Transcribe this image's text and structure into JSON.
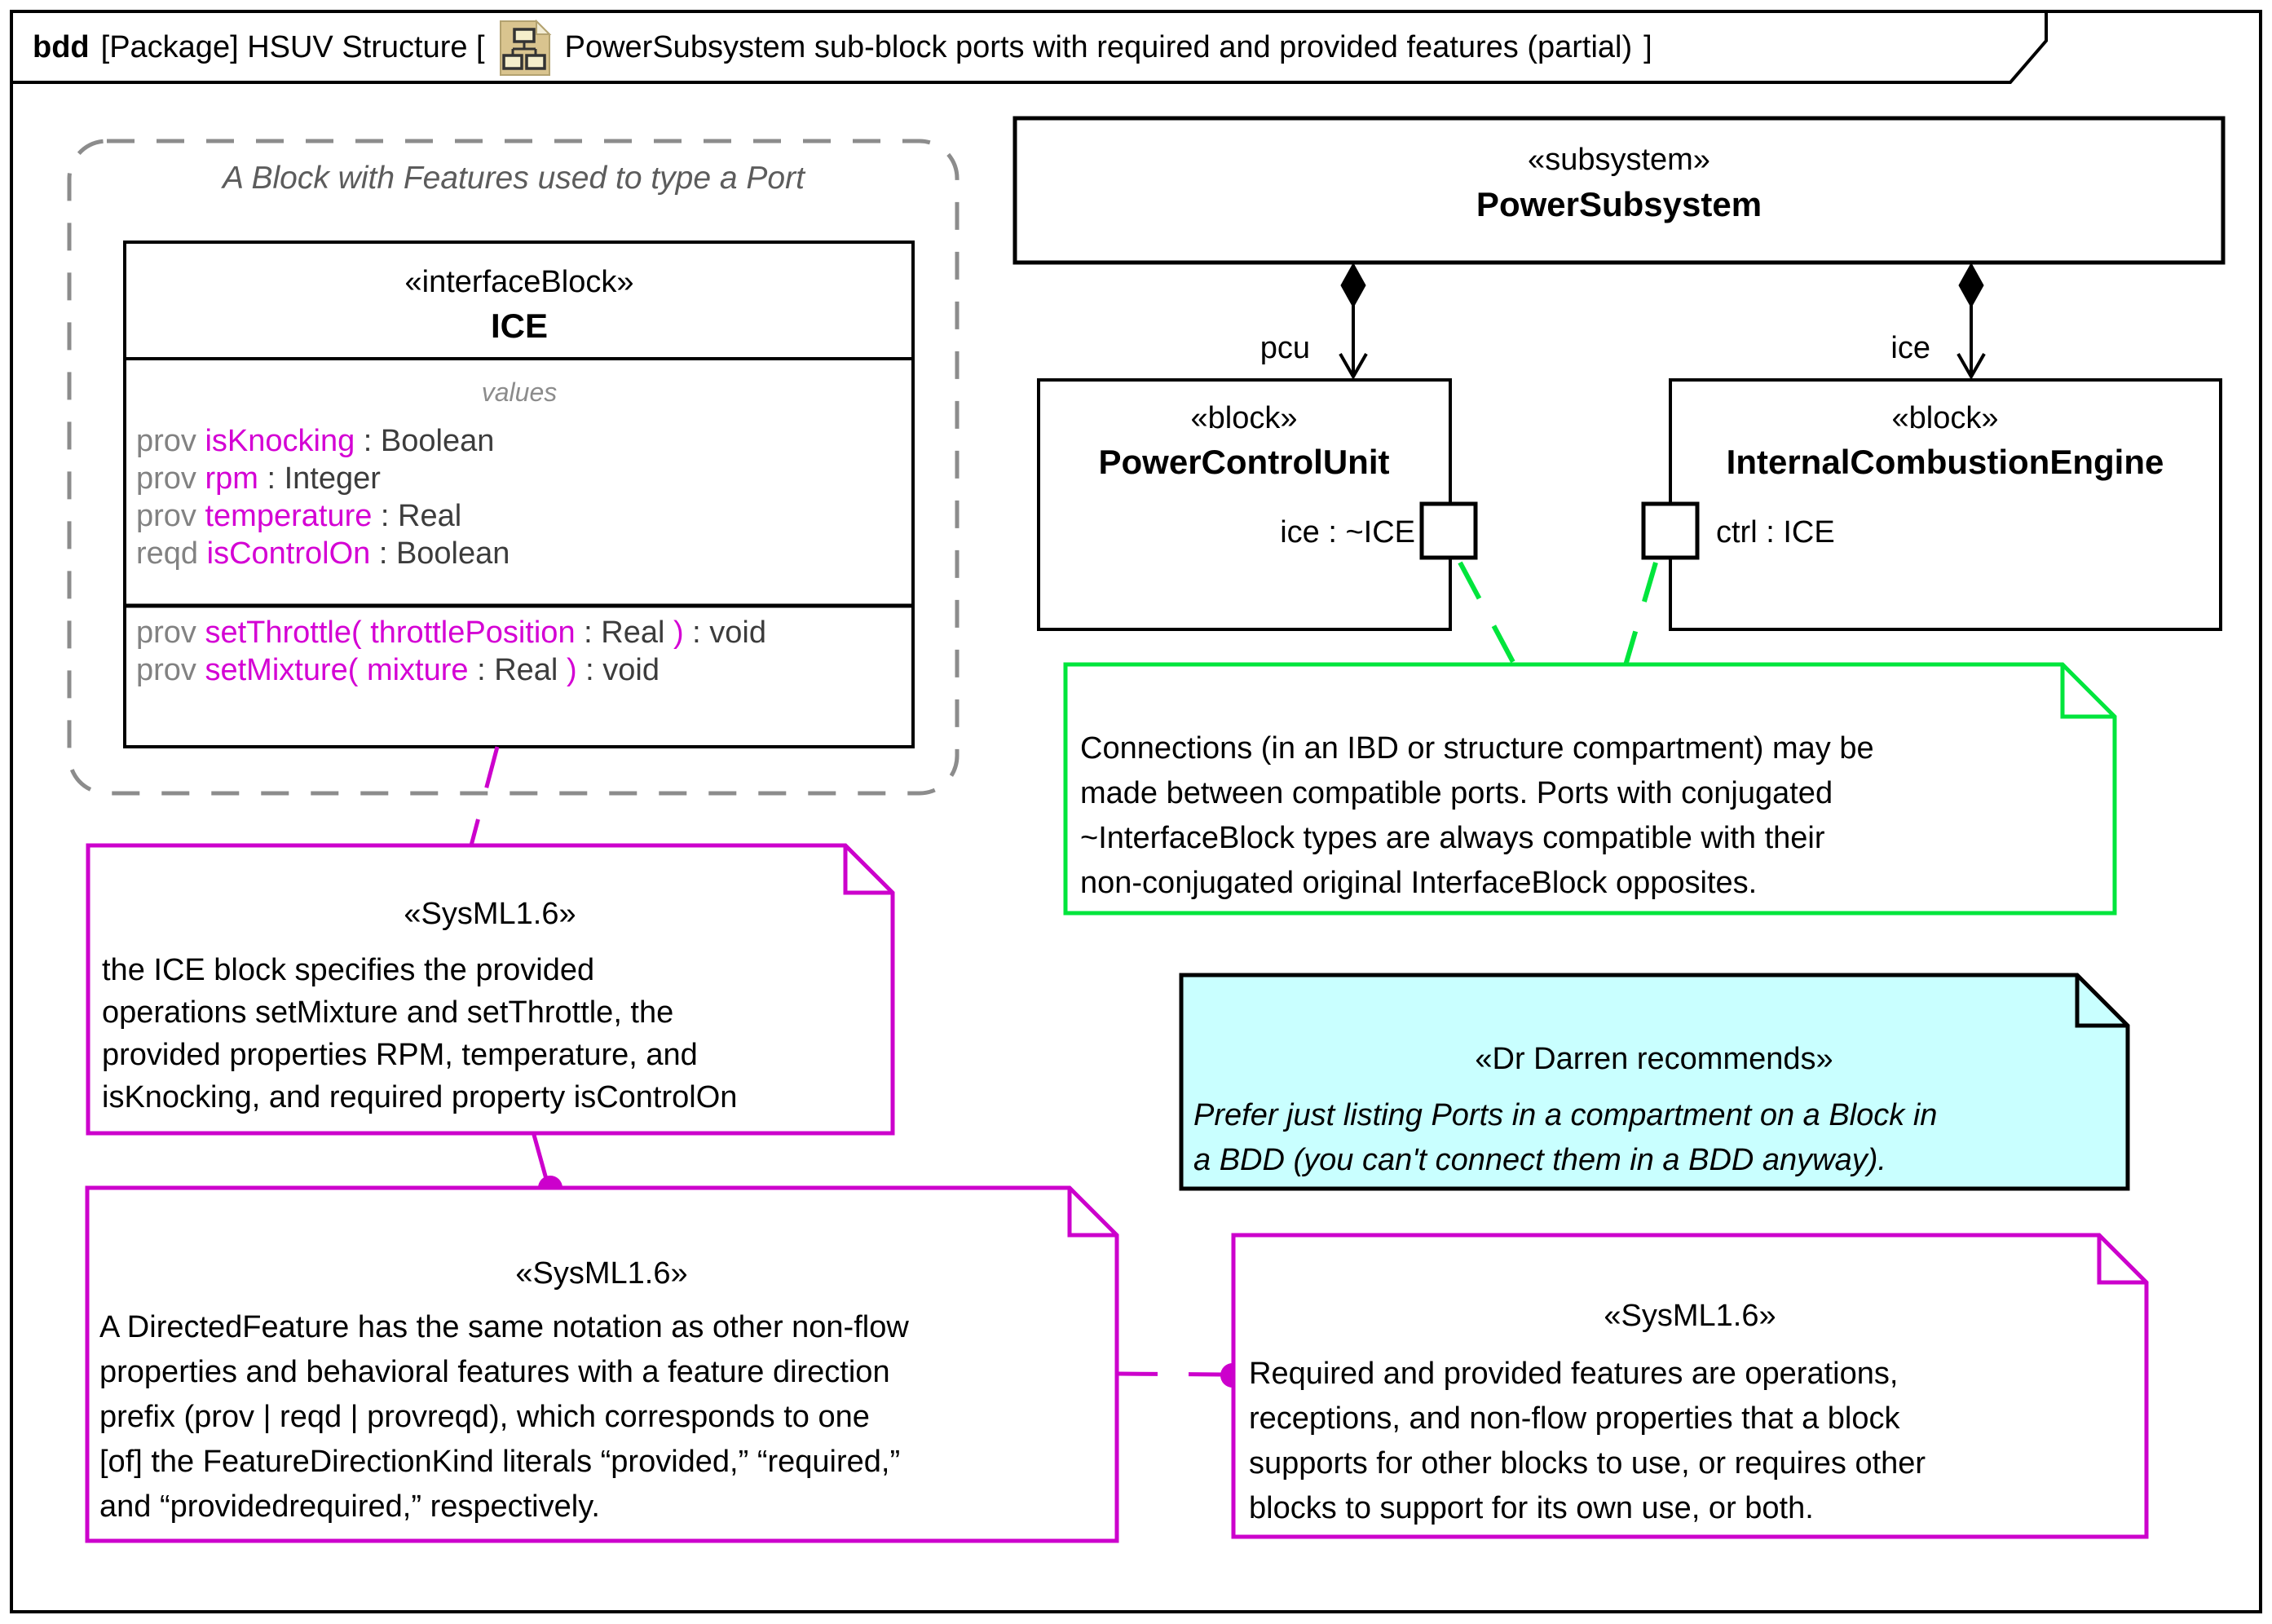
{
  "title": {
    "keyword": "bdd",
    "context": "[Package] HSUV Structure [",
    "diagram_name": "PowerSubsystem sub-block ports with required and provided features (partial)",
    "closing": "]"
  },
  "colors": {
    "magenta": "#cc00cc",
    "feature_magenta": "#d400d4",
    "green": "#00e53c",
    "cyan_note_fill": "#c9ffff",
    "prefix_gray": "#828282",
    "type_gray": "#3c3c3c",
    "container_dash_gray": "#8c8c8c",
    "icon_tan": "#d9c48f"
  },
  "container": {
    "label": "A Block with Features used to type a Port"
  },
  "ice_block": {
    "stereotype": "«interfaceBlock»",
    "name": "ICE",
    "values_label": "values",
    "values": [
      {
        "segments": [
          {
            "text": "prov ",
            "color": "gray"
          },
          {
            "text": "isKnocking",
            "color": "magenta"
          },
          {
            "text": " : Boolean",
            "color": "dark"
          }
        ]
      },
      {
        "segments": [
          {
            "text": "prov ",
            "color": "gray"
          },
          {
            "text": "rpm",
            "color": "magenta"
          },
          {
            "text": " : Integer",
            "color": "dark"
          }
        ]
      },
      {
        "segments": [
          {
            "text": "prov ",
            "color": "gray"
          },
          {
            "text": "temperature",
            "color": "magenta"
          },
          {
            "text": " : Real",
            "color": "dark"
          }
        ]
      },
      {
        "segments": [
          {
            "text": "reqd ",
            "color": "gray"
          },
          {
            "text": "isControlOn",
            "color": "magenta"
          },
          {
            "text": " : Boolean",
            "color": "dark"
          }
        ]
      }
    ],
    "operations": [
      {
        "segments": [
          {
            "text": "prov ",
            "color": "gray"
          },
          {
            "text": "setThrottle( throttlePosition",
            "color": "magenta"
          },
          {
            "text": " : Real ",
            "color": "dark"
          },
          {
            "text": ")",
            "color": "magenta"
          },
          {
            "text": " : void",
            "color": "dark"
          }
        ]
      },
      {
        "segments": [
          {
            "text": "prov ",
            "color": "gray"
          },
          {
            "text": "setMixture( mixture",
            "color": "magenta"
          },
          {
            "text": " : Real ",
            "color": "dark"
          },
          {
            "text": ")",
            "color": "magenta"
          },
          {
            "text": " : void",
            "color": "dark"
          }
        ]
      }
    ]
  },
  "power_subsystem": {
    "stereotype": "«subsystem»",
    "name": "PowerSubsystem"
  },
  "edges": {
    "pcu_label": "pcu",
    "ice_label": "ice"
  },
  "power_control_unit": {
    "stereotype": "«block»",
    "name": "PowerControlUnit",
    "port_label": "ice : ~ICE"
  },
  "internal_combustion_engine": {
    "stereotype": "«block»",
    "name": "InternalCombustionEngine",
    "port_label": "ctrl : ICE"
  },
  "notes": {
    "green_connections": {
      "lines": [
        "Connections (in an IBD or structure compartment) may be",
        "made between compatible ports. Ports with conjugated",
        "~InterfaceBlock types are always compatible with their",
        "non-conjugated original InterfaceBlock opposites."
      ]
    },
    "dr_darren": {
      "stereotype": "«Dr Darren recommends»",
      "lines": [
        "Prefer just listing Ports in a compartment on a Block in",
        "a BDD (you can't connect them in a BDD anyway)."
      ]
    },
    "sysml_ice": {
      "stereotype": "«SysML1.6»",
      "lines": [
        "the ICE block specifies the provided",
        "operations setMixture and setThrottle, the",
        "provided properties RPM, temperature, and",
        "isKnocking, and required property isControlOn"
      ]
    },
    "sysml_directed_feature": {
      "stereotype": "«SysML1.6»",
      "lines": [
        "A DirectedFeature has the same notation as other non-flow",
        "properties and behavioral features with a feature direction",
        "prefix (prov | reqd | provreqd), which corresponds to one",
        "[of] the FeatureDirectionKind literals “provided,” “required,”",
        "and “providedrequired,” respectively."
      ]
    },
    "sysml_required_provided": {
      "stereotype": "«SysML1.6»",
      "lines": [
        "Required and provided features are operations,",
        "receptions, and non-flow properties that a block",
        "supports for other blocks to use, or requires other",
        "blocks to support for its own use, or both."
      ]
    }
  }
}
